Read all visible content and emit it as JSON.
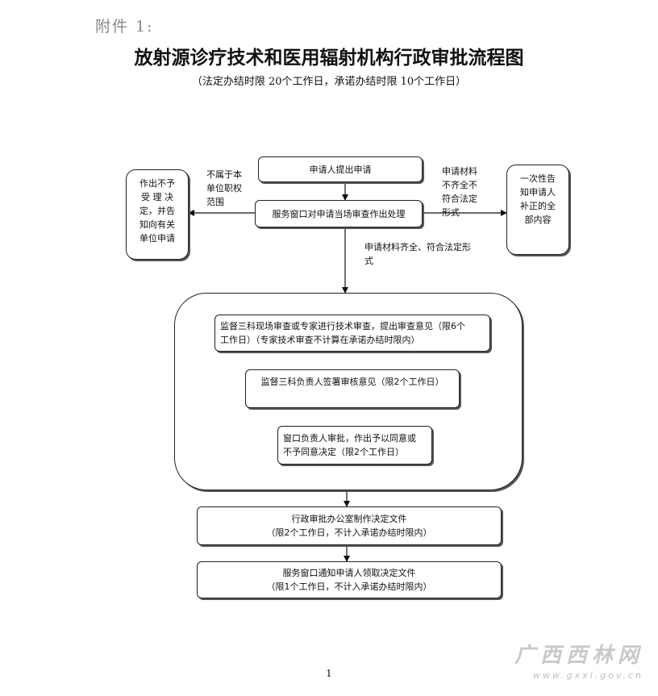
{
  "header": {
    "attachment": "附件 1:",
    "title": "放射源诊疗技术和医用辐射机构行政审批流程图",
    "subtitle": "（法定办结时限 20个工作日，承诺办结时限 10个工作日）"
  },
  "flow": {
    "apply": "申请人提出申请",
    "window_review": "服务窗口对申请当场审查作出处理",
    "reject_box": "作出不予\n受 理 决\n定，并告\n知向有关\n单位申请",
    "reject_label": "不属于本\n单位职权\n范围",
    "correct_box": "一次性告\n知申请人\n补正的全\n部内容",
    "correct_label": "申请材料\n不齐全不\n符合法定\n形式",
    "accept_label": "申请材料齐全、符合法定形\n式",
    "step1": "监督三科现场审查或专家进行技术审查，提出审查意见（限6个\n工作日）（专家技术审查不计算在承诺办结时限内）",
    "step2": "监督三科负责人签署审核意见（限2个工作日）",
    "step3": "窗口负责人审批，作出予以同意或\n不予同意决定（限2个工作日）",
    "step4": "行政审批办公室制作决定文件\n（限2个工作日，不计入承诺办结时限内）",
    "step5": "服务窗口通知申请人领取决定文件\n（限1个工作日，不计入承诺办结时限内）"
  },
  "footer": {
    "page_number": "1",
    "watermark_name": "广西西林网",
    "watermark_url": "www.gxxl.gov.cn"
  }
}
